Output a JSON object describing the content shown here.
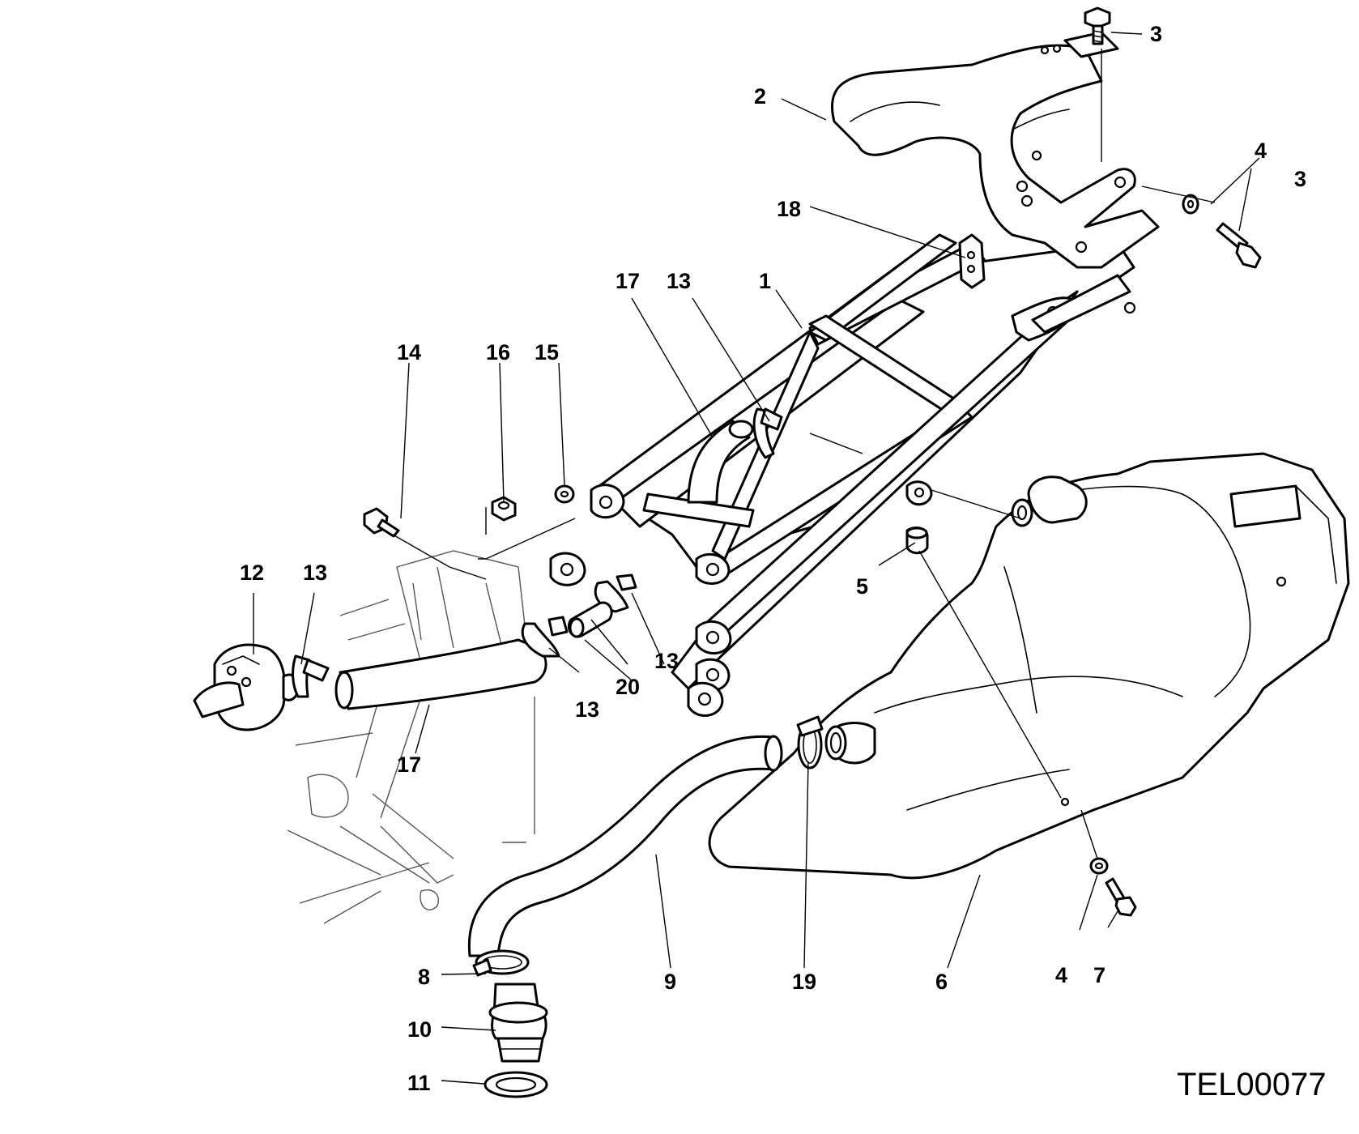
{
  "drawing": {
    "reference_code": "TEL00077",
    "callouts": [
      "1",
      "2",
      "3",
      "3",
      "4",
      "4",
      "5",
      "6",
      "7",
      "8",
      "9",
      "10",
      "11",
      "12",
      "13",
      "13",
      "13",
      "13",
      "14",
      "15",
      "16",
      "17",
      "17",
      "18",
      "19",
      "20"
    ]
  }
}
